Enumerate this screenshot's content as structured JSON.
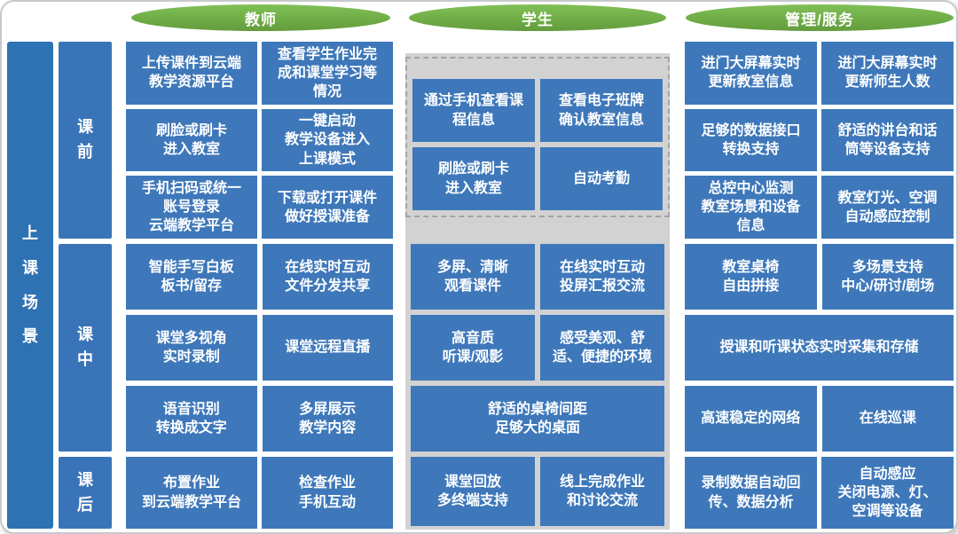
{
  "page": {
    "title": "上课场景"
  },
  "colors": {
    "header_green": "#70AD47",
    "scene_bar_blue": "#2E72B4",
    "row_label_blue": "#3A74B8",
    "cell_blue": "#3E78BA",
    "student_panel_gray": "#D2D2D2"
  },
  "scene": {
    "label": "上\n课\n场\n景"
  },
  "column_headers": {
    "teacher": "教师",
    "student": "学生",
    "management": "管理/服务"
  },
  "row_labels": {
    "pre": "课\n前",
    "mid": "课\n中",
    "post": "课\n后"
  },
  "teacher": {
    "pre": [
      "上传课件到云端\n教学资源平台",
      "查看学生作业完\n成和课堂学习等\n情况",
      "刷脸或刷卡\n进入教室",
      "一键启动\n教学设备进入\n上课模式",
      "手机扫码或统一\n账号登录\n云端教学平台",
      "下载或打开课件\n做好授课准备"
    ],
    "mid": [
      "智能手写白板\n板书/留存",
      "在线实时互动\n文件分发共享",
      "课堂多视角\n实时录制",
      "课堂远程直播",
      "语音识别\n转换成文字",
      "多屏展示\n教学内容"
    ],
    "post": [
      "布置作业\n到云端教学平台",
      "检查作业\n手机互动"
    ]
  },
  "student": {
    "pre": [
      "通过手机查看课\n程信息",
      "查看电子班牌\n确认教室信息",
      "刷脸或刷卡\n进入教室",
      "自动考勤"
    ],
    "mid": [
      "多屏、清晰\n观看课件",
      "在线实时互动\n投屏汇报交流",
      "高音质\n听课/观影",
      "感受美观、舒\n适、便捷的环境"
    ],
    "mid_wide": "舒适的桌椅间距\n足够大的桌面",
    "post": [
      "课堂回放\n多终端支持",
      "线上完成作业\n和讨论交流"
    ]
  },
  "management": {
    "pre": [
      "进门大屏幕实时\n更新教室信息",
      "进门大屏幕实时\n更新师生人数",
      "足够的数据接口\n转换支持",
      "舒适的讲台和话\n筒等设备支持",
      "总控中心监测\n教室场景和设备\n信息",
      "教室灯光、空调\n自动感应控制"
    ],
    "mid_top": [
      "教室桌椅\n自由拼接",
      "多场景支持\n中心/研讨/剧场"
    ],
    "mid_wide": "授课和听课状态实时采集和存储",
    "mid_bottom": [
      "高速稳定的网络",
      "在线巡课"
    ],
    "post": [
      "录制数据自动回\n传、数据分析",
      "自动感应\n关闭电源、灯、\n空调等设备"
    ]
  }
}
